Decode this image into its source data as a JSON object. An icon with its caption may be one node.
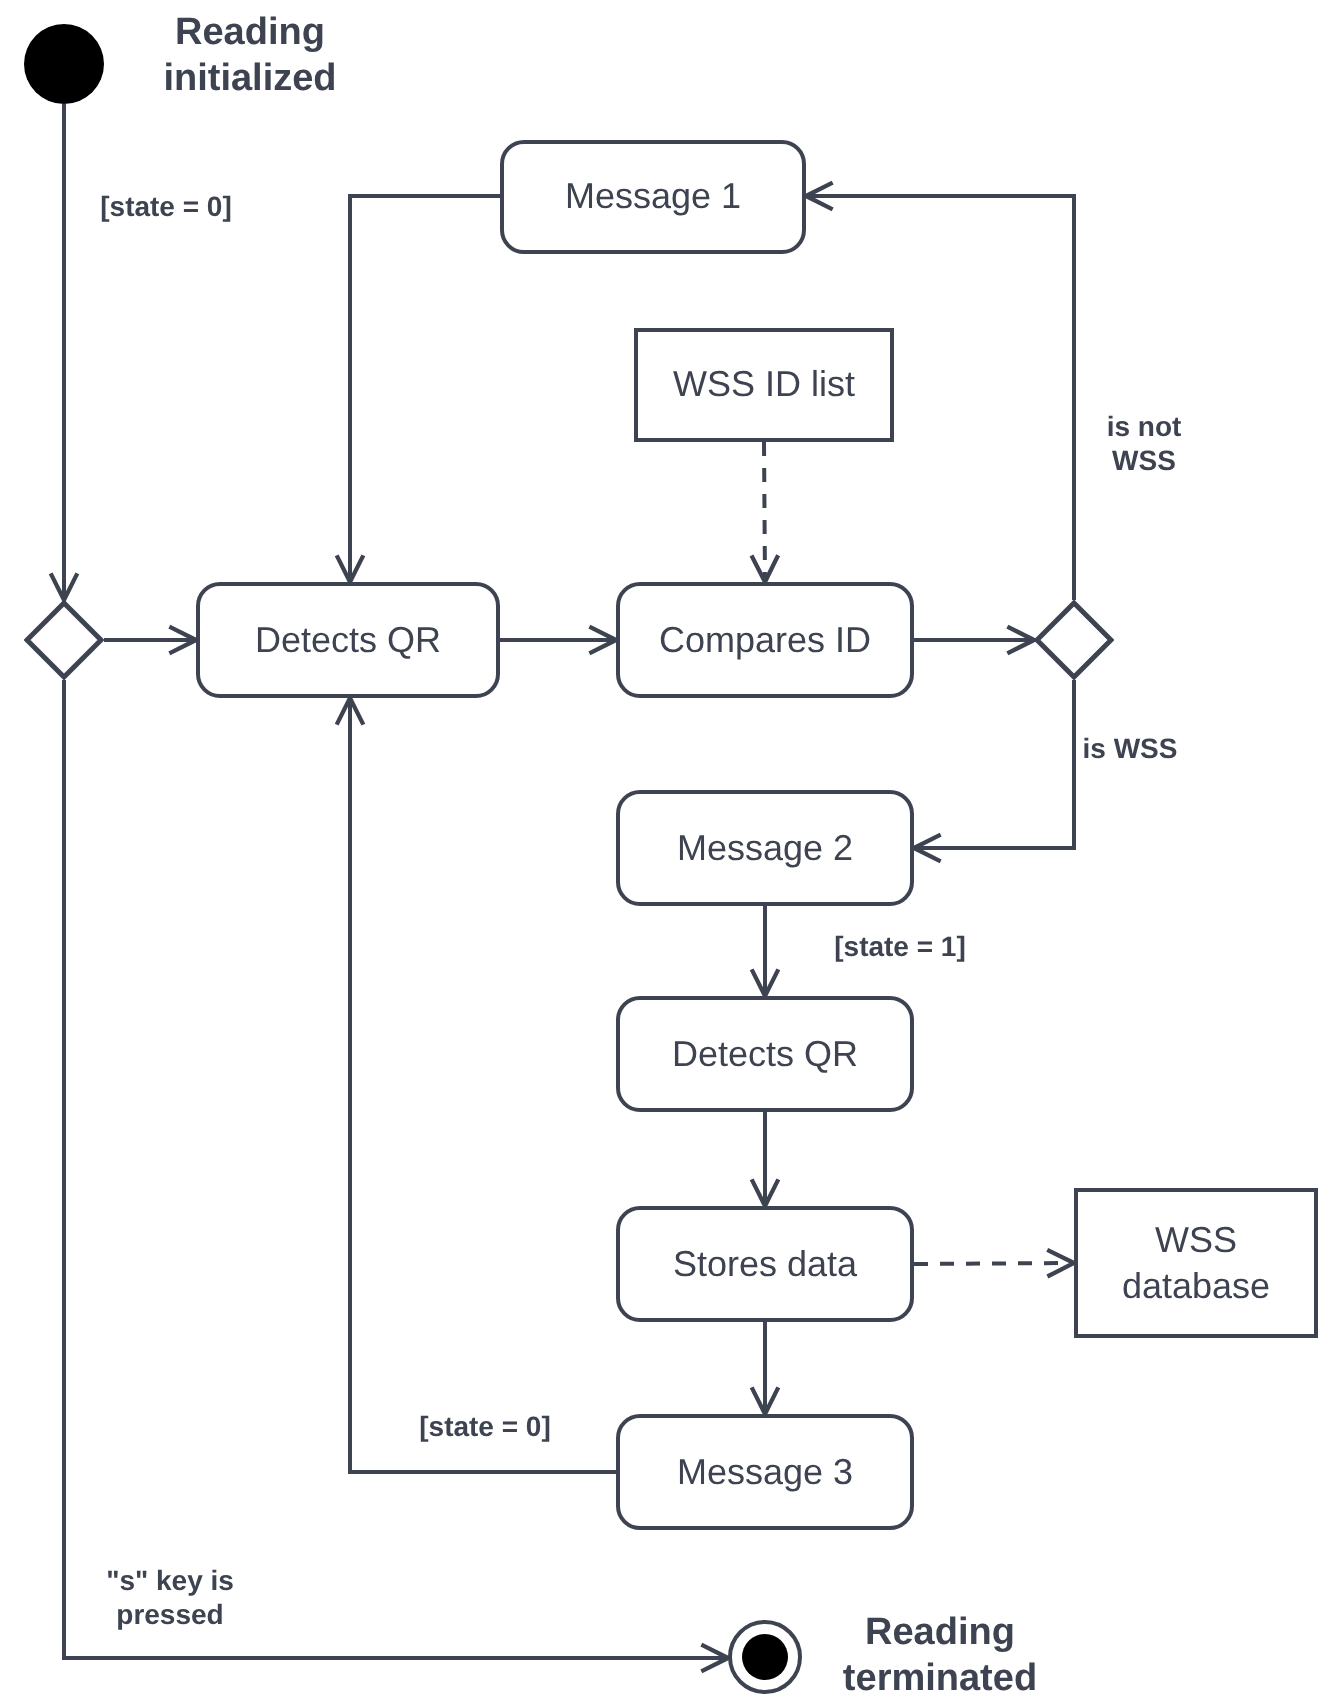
{
  "diagram": {
    "nodes": [
      {
        "text": [],
        "shape": "circle",
        "beside": [
          "Reading initialized"
        ]
      },
      {
        "text": [],
        "shape": "diamond"
      },
      {
        "text": [
          "Message 1"
        ]
      },
      {
        "text": [
          "WSS ID list"
        ]
      },
      {
        "text": [
          "Detects QR"
        ]
      },
      {
        "text": [
          "Compares ID"
        ]
      },
      {
        "text": [],
        "shape": "diamond"
      },
      {
        "text": [
          "Message 2"
        ]
      },
      {
        "text": [
          "Detects QR"
        ]
      },
      {
        "text": [
          "Stores data"
        ]
      },
      {
        "text": [
          "WSS database"
        ]
      },
      {
        "text": [
          "Message 3"
        ]
      },
      {
        "text": [],
        "shape": "circle",
        "beside": [
          "Reading terminated"
        ]
      }
    ],
    "edges": [
      {
        "from": 0,
        "to": 1,
        "arrow": "to",
        "label": "[state = 0]"
      },
      {
        "from": 1,
        "to": 4,
        "arrow": "to"
      },
      {
        "from": 2,
        "to": 4,
        "arrow": "to"
      },
      {
        "from": 3,
        "to": 5,
        "arrow": "to",
        "style": "dashed"
      },
      {
        "from": 4,
        "to": 5,
        "arrow": "to"
      },
      {
        "from": 5,
        "to": 6,
        "arrow": "to"
      },
      {
        "from": 6,
        "to": 2,
        "arrow": "to",
        "label": "is not WSS"
      },
      {
        "from": 6,
        "to": 7,
        "arrow": "to",
        "label": "is WSS"
      },
      {
        "from": 7,
        "to": 8,
        "arrow": "to",
        "label": "[state = 1]"
      },
      {
        "from": 8,
        "to": 9,
        "arrow": "to"
      },
      {
        "from": 9,
        "to": 10,
        "arrow": "to",
        "style": "dashed"
      },
      {
        "from": 9,
        "to": 11,
        "arrow": "to"
      },
      {
        "from": 11,
        "to": 4,
        "arrow": "to",
        "label": "[state = 0]"
      },
      {
        "from": 1,
        "to": 12,
        "arrow": "to",
        "label": "\"s\" key is pressed"
      }
    ]
  }
}
